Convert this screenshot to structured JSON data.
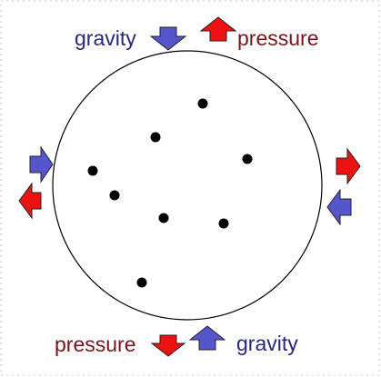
{
  "labels": {
    "top_gravity": "gravity",
    "top_pressure": "pressure",
    "bottom_pressure": "pressure",
    "bottom_gravity": "gravity"
  },
  "colors": {
    "gravity_text": "#27277a",
    "pressure_text": "#7a1418",
    "gravity_arrow": "#5555cc",
    "pressure_arrow": "#ee1111",
    "arrow_outline": "#222222",
    "circle": "#000000",
    "particle": "#000000",
    "frame": "#c8c8c8"
  },
  "particle_count": 8
}
